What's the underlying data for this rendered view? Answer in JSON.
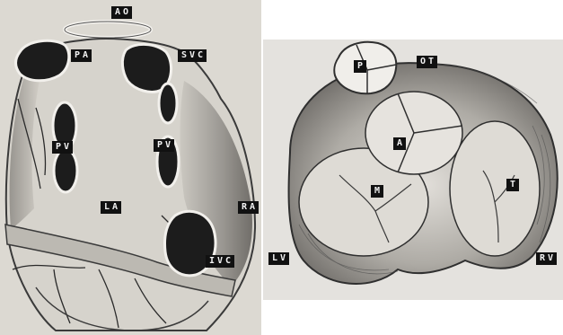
{
  "figure": {
    "left_panel": {
      "labels": {
        "ao": "AO",
        "pa": "PA",
        "svc": "SVC",
        "pv_left": "PV",
        "pv_right": "PV",
        "la": "LA",
        "ra": "RA",
        "ivc": "IVC"
      }
    },
    "right_panel": {
      "labels": {
        "p": "P",
        "ot": "OT",
        "a": "A",
        "m": "M",
        "t": "T",
        "lv": "LV",
        "rv": "RV"
      }
    }
  },
  "colors": {
    "paper_left": "#dcd9d2",
    "paper_right": "#ffffff",
    "label_bg": "#111111",
    "label_text": "#f2f2f2",
    "vessel_dark": "#1c1c1c",
    "myocardium": "#a9a6a0"
  }
}
